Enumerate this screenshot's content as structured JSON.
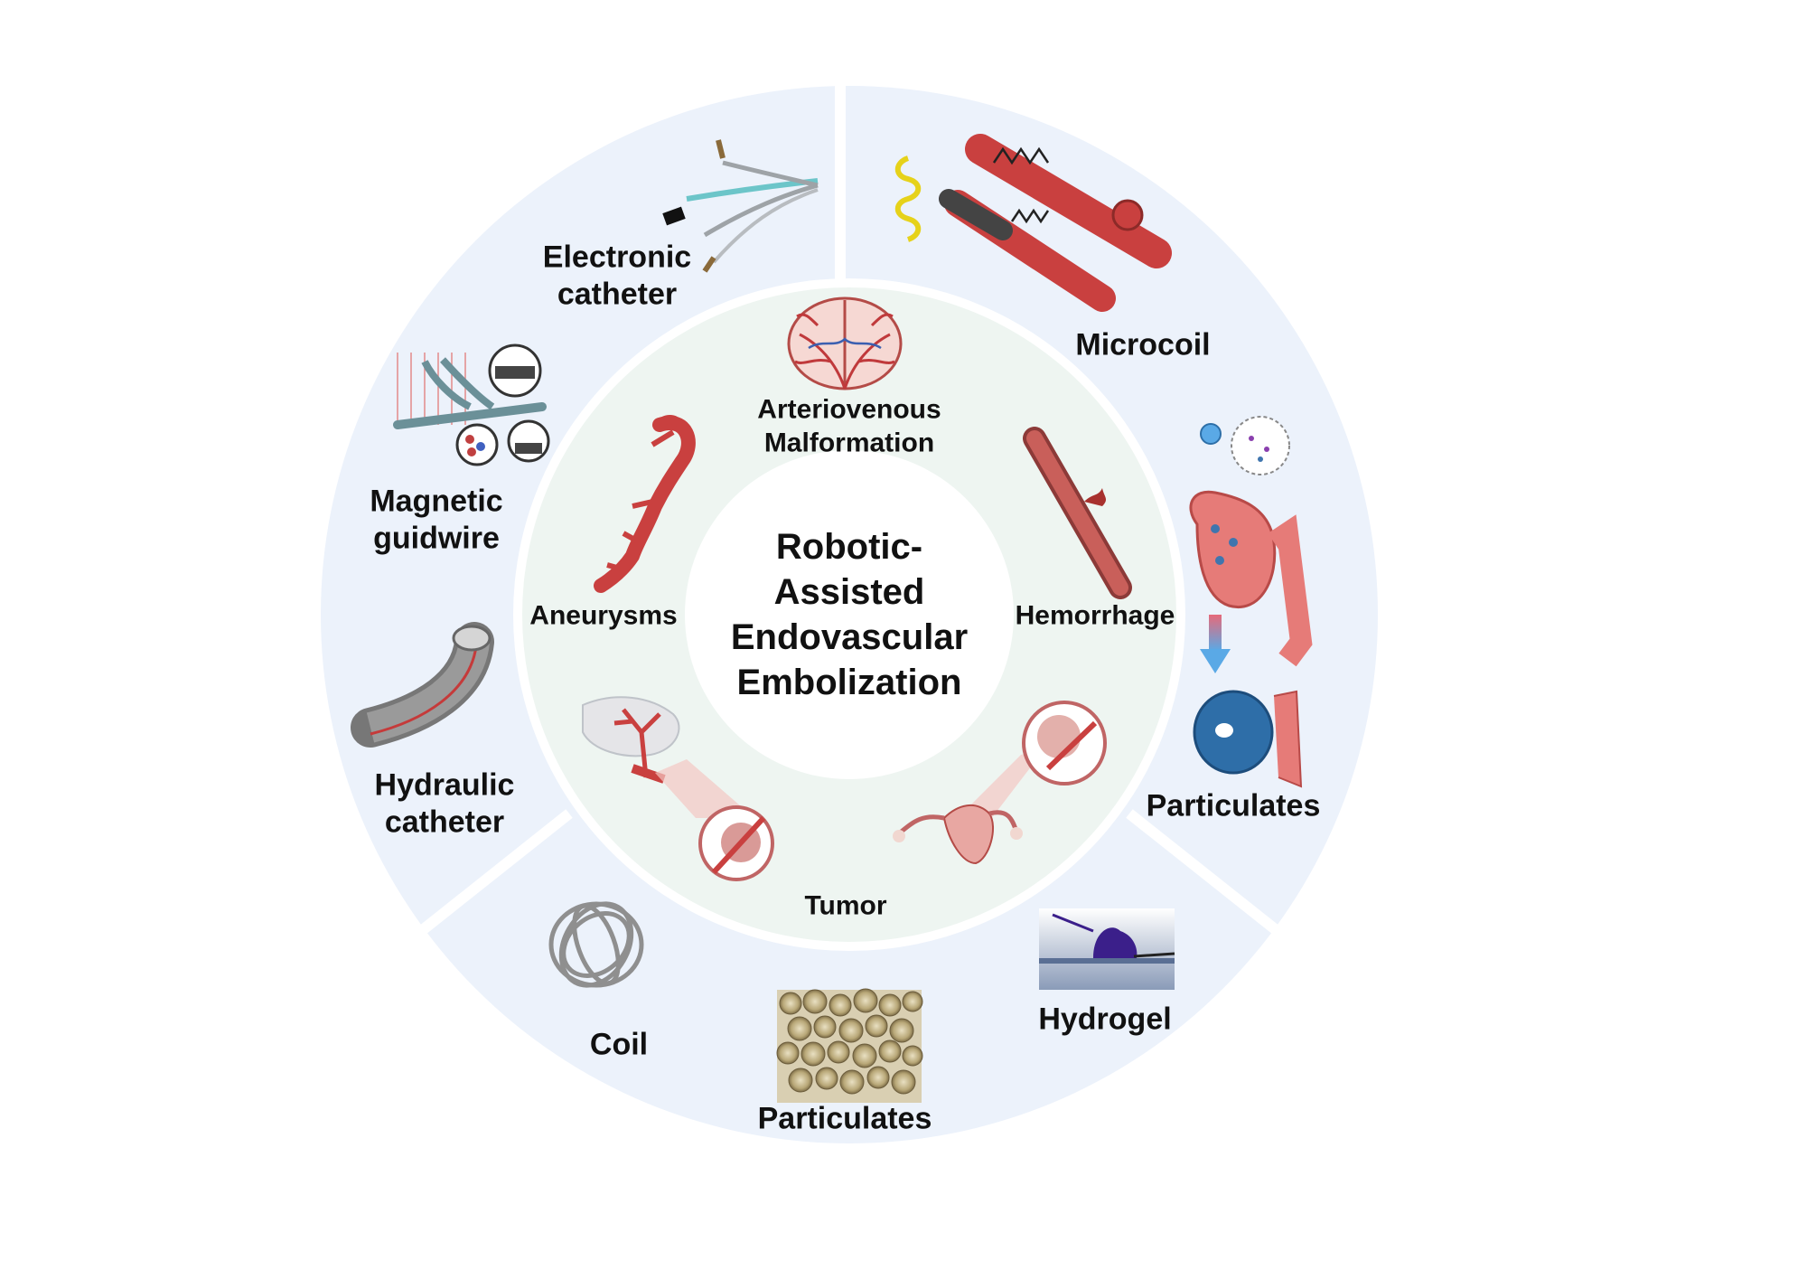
{
  "center": {
    "line1": "Robotic-",
    "line2": "Assisted",
    "line3": "Endovascular",
    "line4": "Embolization"
  },
  "diseases": {
    "avm_line1": "Arteriovenous",
    "avm_line2": "Malformation",
    "aneurysms": "Aneurysms",
    "hemorrhage": "Hemorrhage",
    "tumor": "Tumor"
  },
  "robotics": {
    "electronic_line1": "Electronic",
    "electronic_line2": "catheter",
    "magnetic_line1": "Magnetic",
    "magnetic_line2": "guidwire",
    "hydraulic_line1": "Hydraulic",
    "hydraulic_line2": "catheter"
  },
  "materials_right": {
    "microcoil": "Microcoil",
    "particulates": "Particulates"
  },
  "materials_bottom": {
    "coil": "Coil",
    "particulates": "Particulates",
    "hydrogel": "Hydrogel"
  },
  "colors": {
    "outer_ring": "#ecf2fb",
    "inner_ring": "#eef5f1",
    "core": "#ffffff",
    "vessel_red": "#c9403f",
    "accent_blue": "#5aa9e6"
  }
}
